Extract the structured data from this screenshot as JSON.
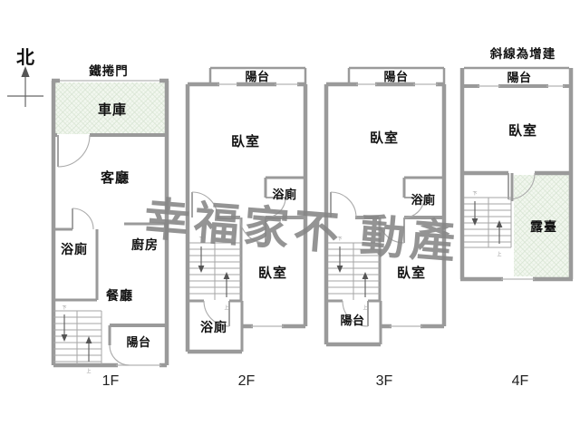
{
  "compass": {
    "north": "北"
  },
  "annotations": {
    "roller_door": "鐵捲門",
    "addition_note": "斜線為增建"
  },
  "watermark": {
    "text": "幸福家不 動產",
    "color": "#868686"
  },
  "stair_marks": {
    "up": "上",
    "down": "下"
  },
  "floors": [
    {
      "label": "1F",
      "rooms": {
        "garage": "車庫",
        "living": "客廳",
        "bath": "浴廁",
        "kitchen": "廚房",
        "dining": "餐廳",
        "balcony": "陽台"
      }
    },
    {
      "label": "2F",
      "rooms": {
        "balcony": "陽台",
        "bedroom_front": "臥室",
        "bath": "浴廁",
        "bedroom_rear": "臥室",
        "bath_rear": "浴廁"
      }
    },
    {
      "label": "3F",
      "rooms": {
        "balcony": "陽台",
        "bedroom_front": "臥室",
        "bath": "浴廁",
        "bedroom_rear": "臥室",
        "balcony_rear": "陽台"
      }
    },
    {
      "label": "4F",
      "rooms": {
        "balcony": "陽台",
        "bedroom": "臥室",
        "terrace": "露臺"
      }
    }
  ],
  "colors": {
    "wall": "#9a9a9a",
    "addition_fill": "#f2f7ef",
    "addition_hatch_line": "#d6e3d1",
    "watermark": "#868686",
    "text": "#111111"
  }
}
